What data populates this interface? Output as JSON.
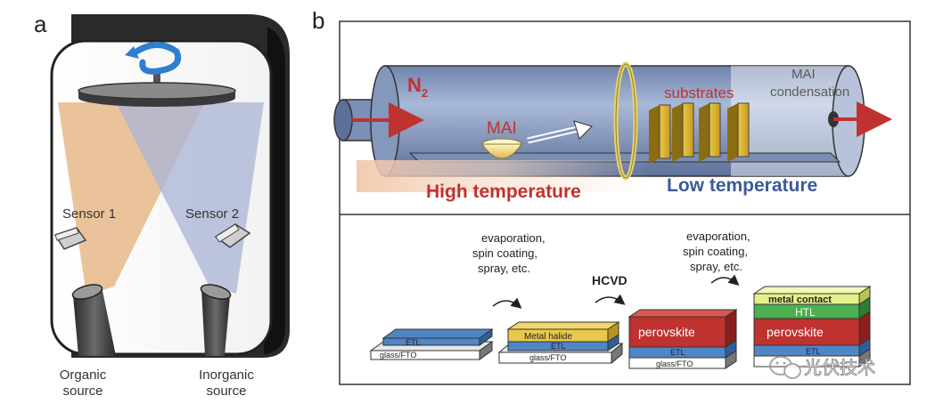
{
  "panel_a": {
    "letter": "a",
    "sensor1": "Sensor 1",
    "sensor2": "Sensor 2",
    "organic_line1": "Organic",
    "organic_line2": "source",
    "inorganic_line1": "Inorganic",
    "inorganic_line2": "source"
  },
  "panel_b": {
    "letter": "b",
    "n2": "N",
    "n2_sub": "2",
    "mai": "MAI",
    "substrates": "substrates",
    "mai_cond_line1": "MAI",
    "mai_cond_line2": "condensation",
    "high_temp": "High temperature",
    "low_temp": "Low temperature",
    "step1": [
      "evaporation,",
      "spin coating,",
      "spray, etc."
    ],
    "hcvd": "HCVD",
    "step2": [
      "evaporation,",
      "spin coating,",
      "spray, etc."
    ],
    "layers": {
      "etl": "ETL",
      "glass_fto": "glass/FTO",
      "metal_halide": "Metal halide",
      "perovskite": "perovskite",
      "htl": "HTL",
      "metal_contact": "metal contact"
    }
  },
  "watermark": {
    "text": "光伏技术",
    "icon": "wechat-icon"
  },
  "colors": {
    "organic_beam": "#e8b98a",
    "inorganic_beam": "#aeb6d6",
    "tube": "#8fa3c7",
    "perovskite": "#c0322f",
    "etl": "#4f86c6",
    "metal_halide": "#e8c84a",
    "htl": "#4caf50",
    "metal_contact": "#e6f08a",
    "arrow_red": "#c0322f"
  }
}
